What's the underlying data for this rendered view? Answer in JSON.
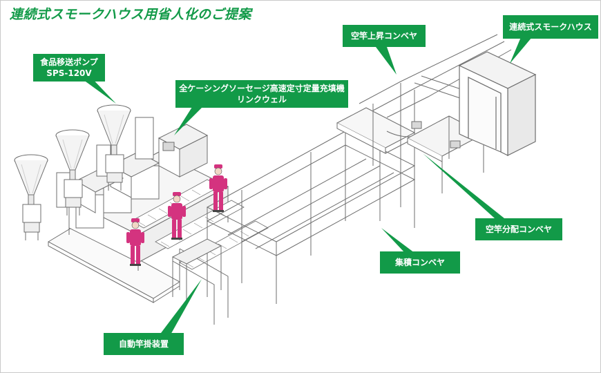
{
  "title": "連続式スモークハウス用省人化のご提案",
  "colors": {
    "accent_green": "#129a48",
    "title_green": "#129a48",
    "machine_line": "#6e6e6e",
    "worker_pink": "#d4337f"
  },
  "labels": {
    "pump": [
      "食品移送ポンプ",
      "SPS-120V"
    ],
    "filler": [
      "全ケーシングソーセージ高速定寸定量充填機",
      "リンクウェル"
    ],
    "lift_conveyor": [
      "空竿上昇コンベヤ"
    ],
    "smokehouse": [
      "連続式スモークハウス"
    ],
    "distribution_conveyor": [
      "空竿分配コンベヤ"
    ],
    "accumulation_conveyor": [
      "集積コンベヤ"
    ],
    "auto_hanger": [
      "自動竿掛装置"
    ]
  }
}
